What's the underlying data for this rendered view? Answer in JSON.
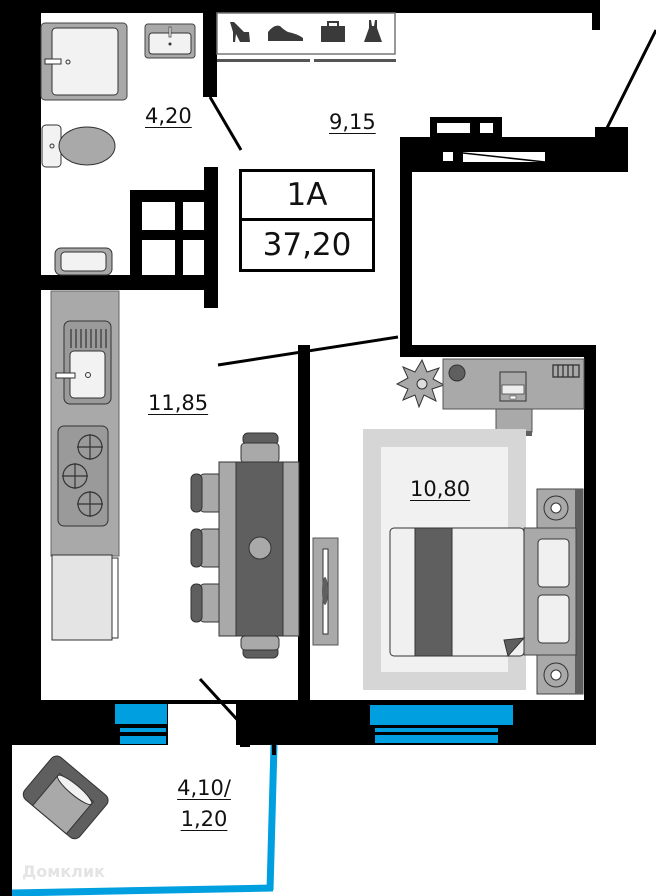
{
  "apartment": {
    "name": "1A",
    "total_area": "37,20"
  },
  "rooms": {
    "bathroom": {
      "area": "4,20"
    },
    "hallway": {
      "area": "9,15"
    },
    "kitchen": {
      "area": "11,85"
    },
    "bedroom": {
      "area": "10,80"
    },
    "balcony": {
      "area": "4,10/",
      "area_reduced": "1,20"
    }
  },
  "wardrobe_icons": [
    "high-heel-shoe-icon",
    "sneaker-icon",
    "briefcase-icon",
    "dress-icon"
  ],
  "watermark": "Домклик",
  "colors": {
    "wall": "#000000",
    "window": "#009fe0",
    "furniture": "#a9a9a9",
    "furniture_dark": "#5f5f5f",
    "rug": "#d6d6d6"
  }
}
